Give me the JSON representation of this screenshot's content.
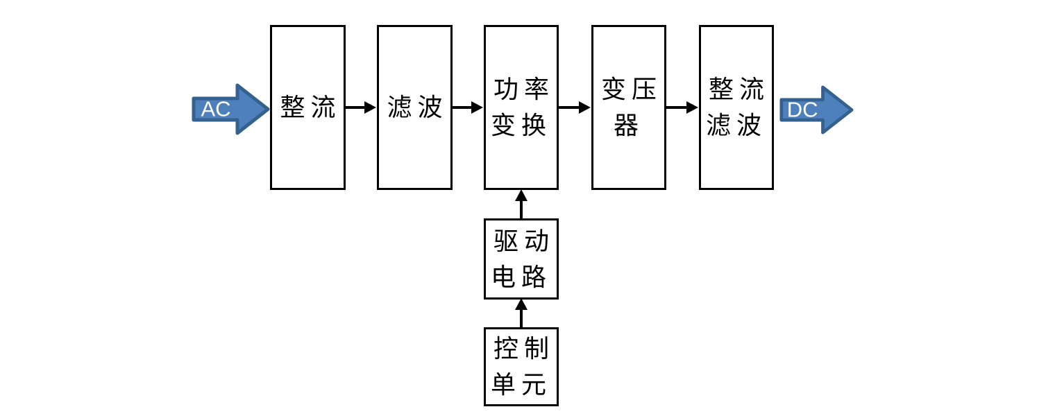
{
  "diagram": {
    "io": {
      "input": "AC",
      "output": "DC"
    },
    "blocks": {
      "rectifier": "整流",
      "filter": "滤波",
      "power_conversion": "功率变换",
      "transformer": "变压器",
      "rectify_filter": "整流滤波",
      "drive_circuit": "驱动电路",
      "control_unit": "控制单元"
    },
    "colors": {
      "io_arrow_fill": "#4E80BC",
      "io_arrow_stroke": "#35618F",
      "line": "#000000"
    }
  }
}
